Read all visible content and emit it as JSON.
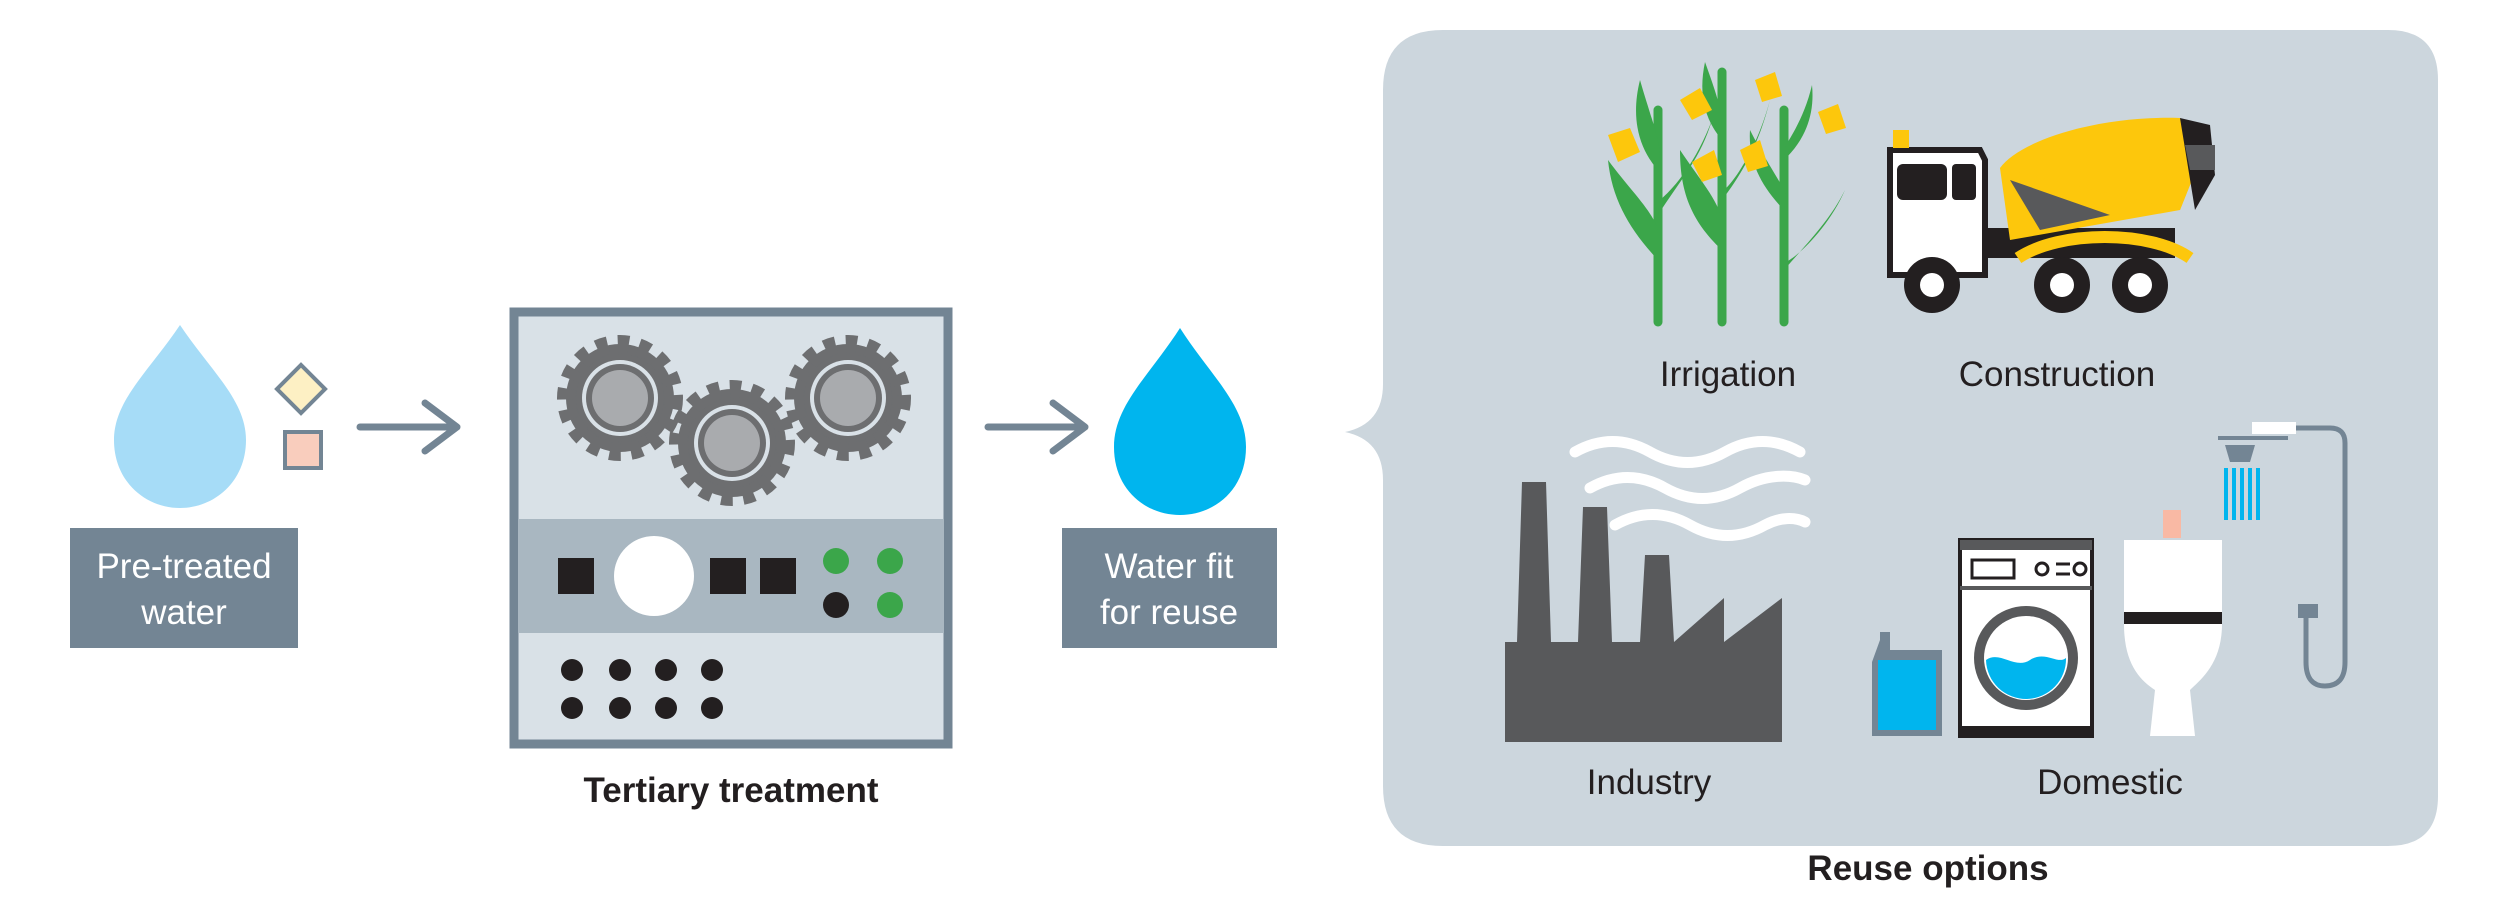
{
  "stages": {
    "input": {
      "label_line1": "Pre-treated",
      "label_line2": "water"
    },
    "treatment": {
      "label": "Tertiary treatment"
    },
    "output": {
      "label_line1": "Water fit",
      "label_line2": "for reuse"
    }
  },
  "reuse": {
    "title": "Reuse options",
    "options": [
      {
        "label": "Irrigation",
        "icon": "corn-plants-icon"
      },
      {
        "label": "Construction",
        "icon": "cement-mixer-truck-icon"
      },
      {
        "label": "Industry",
        "icon": "factory-icon"
      },
      {
        "label": "Domestic",
        "icon": "household-appliances-icon"
      }
    ]
  },
  "colors": {
    "light_drop": "#a6dcf7",
    "bright_drop": "#00b5ee",
    "label_box": "#738594",
    "panel_bg": "#ccd6dd",
    "arrow": "#738594",
    "machine_frame": "#738594",
    "machine_fill": "#d9e1e7",
    "gear": "#6d6e70",
    "green": "#3ba64a",
    "yellow": "#fdc70c",
    "dark_gray": "#58595b",
    "plant_green": "#3ba64a"
  }
}
